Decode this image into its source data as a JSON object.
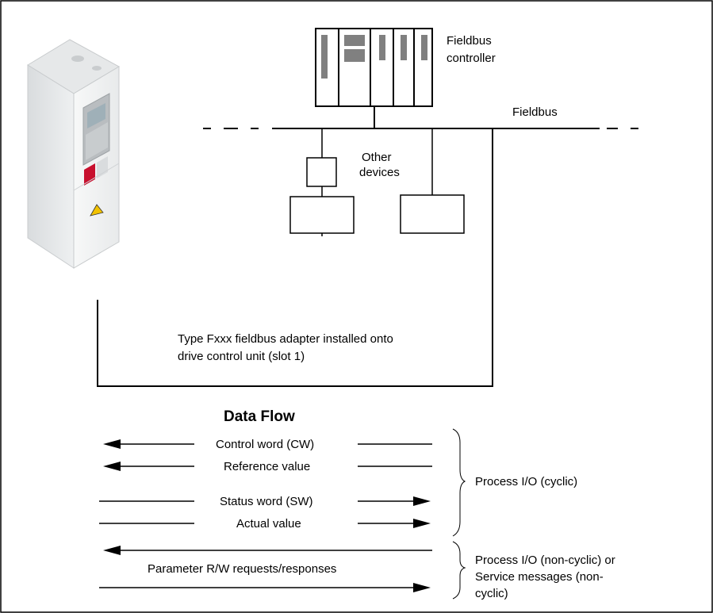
{
  "labels": {
    "fieldbus_controller_line1": "Fieldbus",
    "fieldbus_controller_line2": "controller",
    "fieldbus": "Fieldbus",
    "other_devices_line1": "Other",
    "other_devices_line2": "devices",
    "adapter_line1": "Type Fxxx fieldbus adapter installed onto",
    "adapter_line2": "drive control unit (slot 1)"
  },
  "data_flow": {
    "title": "Data Flow",
    "control_word": "Control word (CW)",
    "reference_value": "Reference value",
    "status_word": "Status word (SW)",
    "actual_value": "Actual value",
    "parameter_rw": "Parameter R/W requests/responses",
    "process_io_cyclic": "Process I/O (cyclic)",
    "non_cyclic_line1": "Process I/O (non-cyclic) or",
    "non_cyclic_line2": "Service messages (non-",
    "non_cyclic_line3": "cyclic)"
  }
}
